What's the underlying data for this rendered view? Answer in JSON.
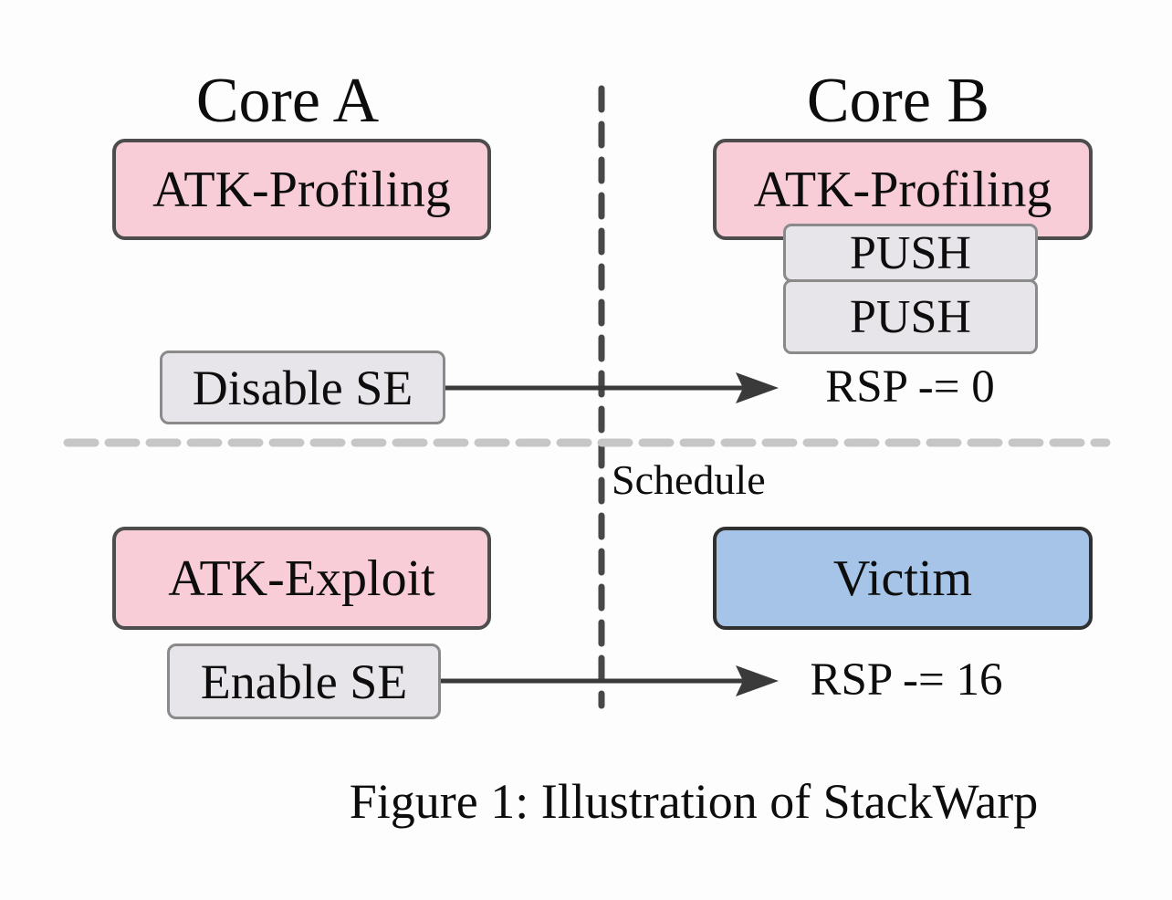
{
  "figure": {
    "caption": "Figure 1: Illustration of StackWarp",
    "schedule_label": "Schedule",
    "colors": {
      "attacker_box_fill": "#f8cdd8",
      "op_box_fill": "#e7e5e9",
      "victim_box_fill": "#a5c4e7",
      "dark_border": "#4d4d4d",
      "gray_border": "#8a8a8a",
      "core_divider": "#484848",
      "schedule_divider": "#c6c6c6",
      "arrow": "#3a3a3a"
    },
    "core_a": {
      "title": "Core A",
      "profiling_label": "ATK-Profiling",
      "disable_label": "Disable SE",
      "exploit_label": "ATK-Exploit",
      "enable_label": "Enable SE"
    },
    "core_b": {
      "title": "Core B",
      "profiling_label": "ATK-Profiling",
      "push_labels": [
        "PUSH",
        "PUSH"
      ],
      "rsp_after_disable": "RSP -= 0",
      "victim_label": "Victim",
      "rsp_after_enable": "RSP -= 16"
    }
  }
}
